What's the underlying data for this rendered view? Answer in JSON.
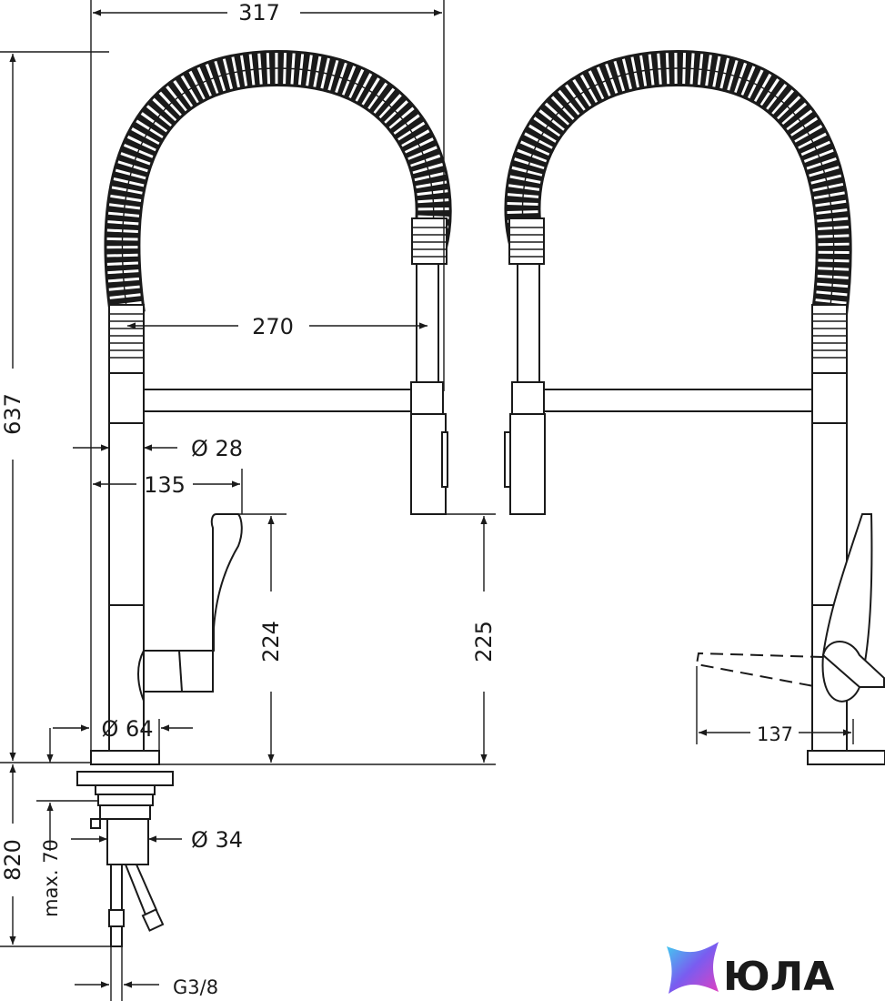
{
  "dimensions": {
    "overall_width": "317",
    "overall_height": "637",
    "spout_reach": "270",
    "body_diameter": "Ø 28",
    "lever_reach": "135",
    "lever_height": "224",
    "spray_height": "225",
    "base_diameter": "Ø 64",
    "counter_depth": "max. 70",
    "shank_diameter": "Ø 34",
    "below_counter": "820",
    "connection": "G3/8",
    "lever_swing": "137"
  },
  "brand": {
    "name": "ЮЛА",
    "gradient_colors": [
      "#3fd0f0",
      "#7a5cf0",
      "#e040c0"
    ]
  }
}
